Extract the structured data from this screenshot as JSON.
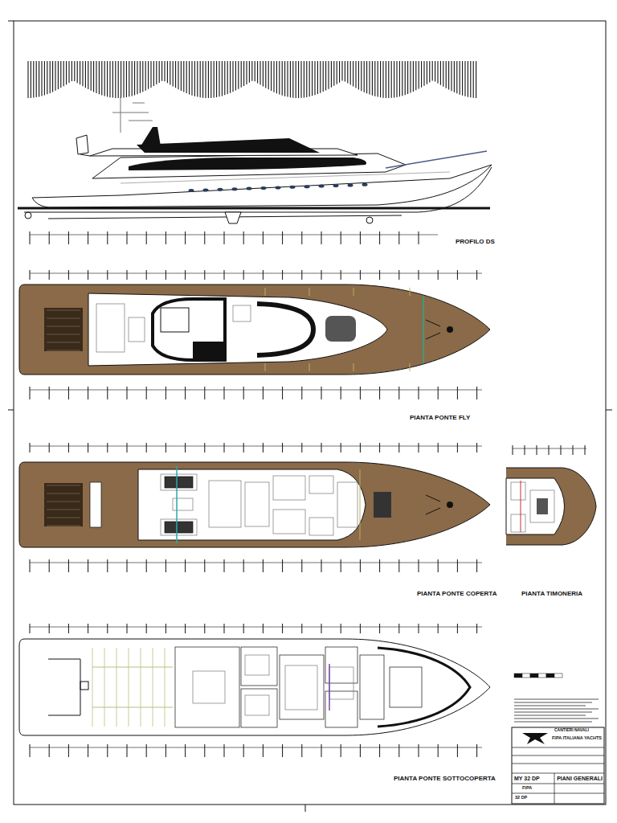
{
  "diagram": {
    "labels": [
      "PROFILO DS",
      "PIANTA PONTE FLY",
      "PIANTA PONTE COPERTA",
      "PIANTA TIMONERIA",
      "PIANTA PONTE SOTTOCOPERTA",
      "CANTIERI NAVALI",
      "FIPA ITALIANA YACHTS",
      "MY 32 DP",
      "PIANI GENERALI",
      "FIPA",
      "32 DP"
    ]
  }
}
